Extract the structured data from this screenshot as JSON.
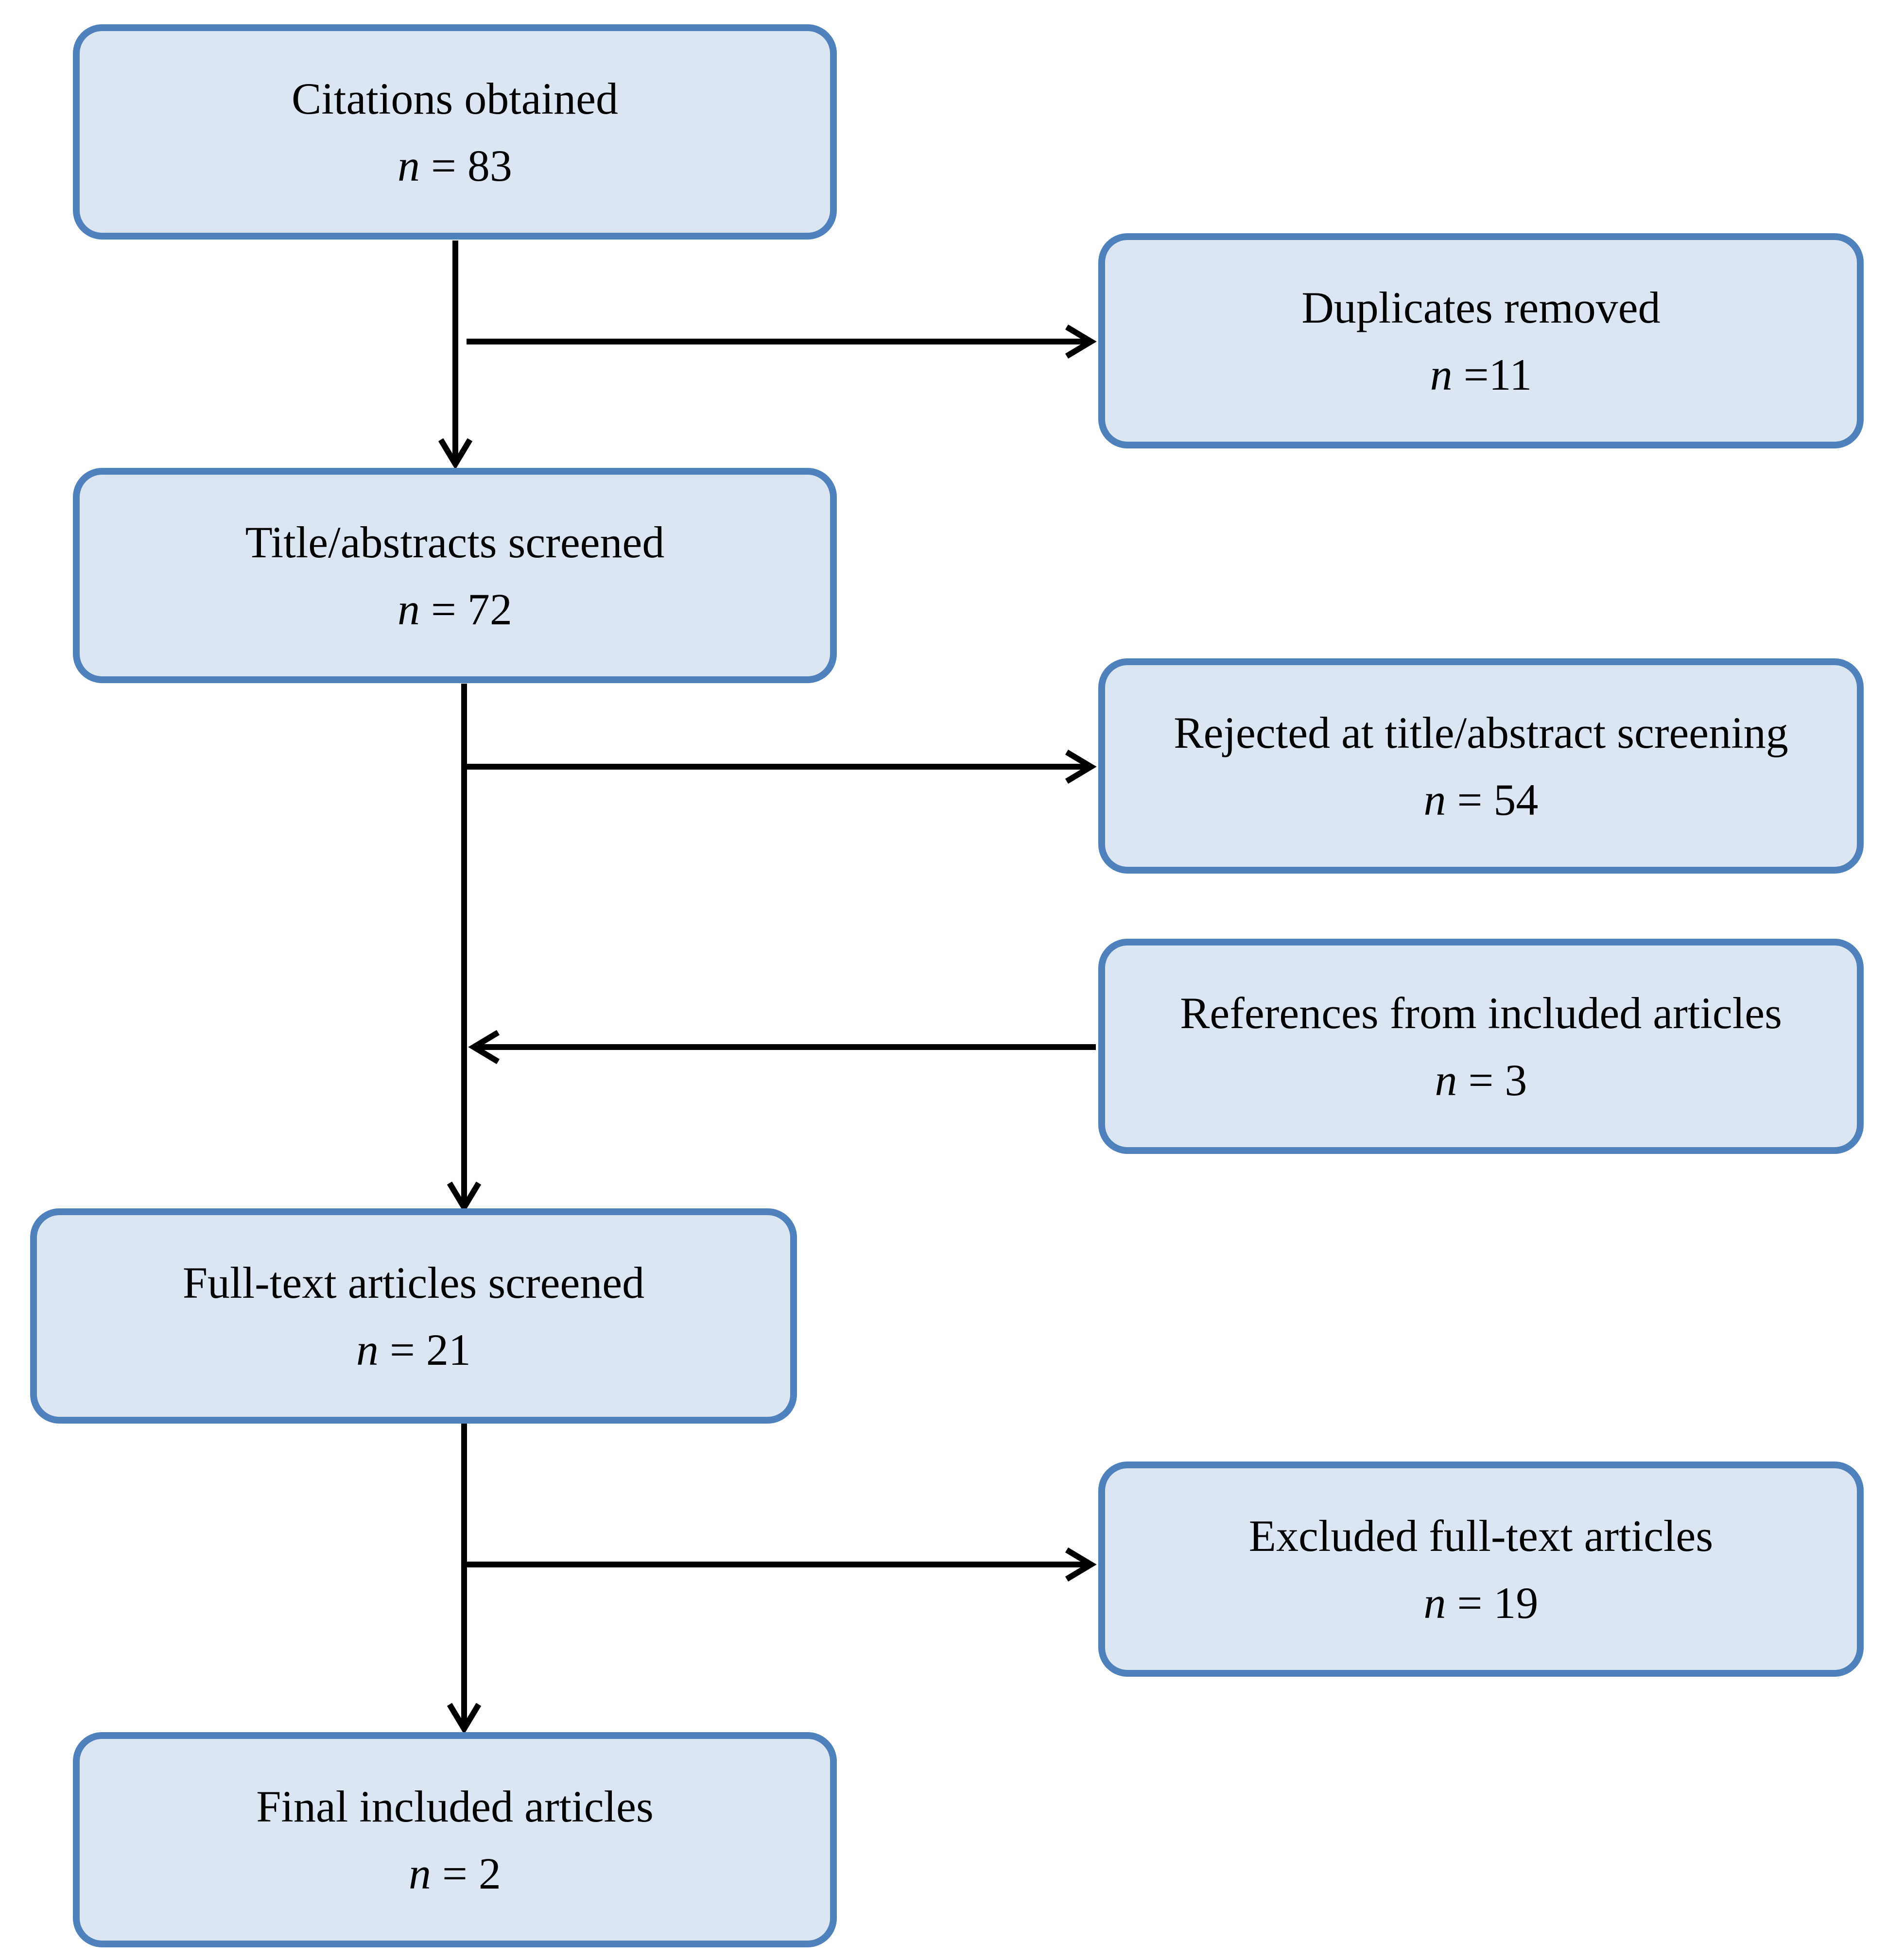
{
  "diagram": {
    "colors": {
      "box_fill": "#dce6f2",
      "box_border": "#4f81bd",
      "arrow": "#000000"
    },
    "nodes": {
      "citations": {
        "label": "Citations obtained",
        "n_symbol": "n",
        "n_rest": " = 83"
      },
      "duplicates": {
        "label": "Duplicates removed",
        "n_symbol": "n",
        "n_rest": " =11"
      },
      "title_abstracts": {
        "label": "Title/abstracts screened",
        "n_symbol": "n",
        "n_rest": " = 72"
      },
      "rejected": {
        "label": "Rejected at title/abstract screening",
        "n_symbol": "n",
        "n_rest": " = 54"
      },
      "references": {
        "label": "References from included articles",
        "n_symbol": "n",
        "n_rest": " = 3"
      },
      "full_text": {
        "label": "Full-text articles screened",
        "n_symbol": "n",
        "n_rest": " = 21"
      },
      "excluded": {
        "label": "Excluded full-text articles",
        "n_symbol": "n",
        "n_rest": " = 19"
      },
      "final": {
        "label": "Final included articles",
        "n_symbol": "n",
        "n_rest": " = 2"
      }
    }
  }
}
